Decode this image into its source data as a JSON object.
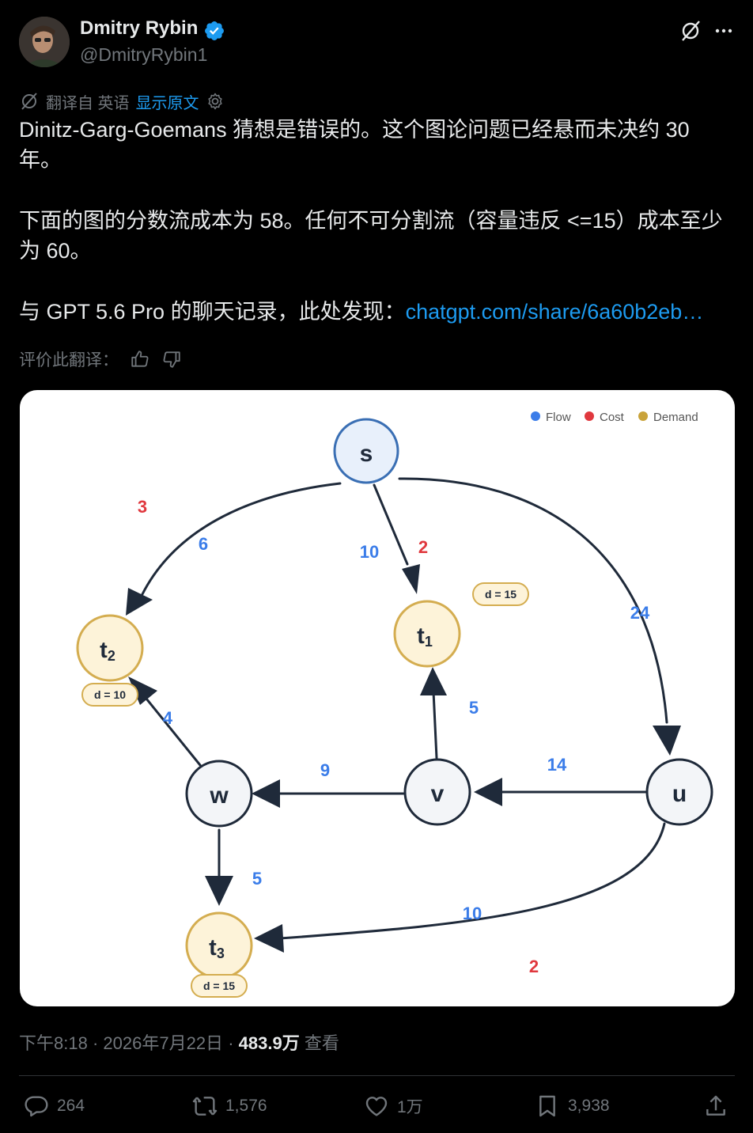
{
  "author": {
    "name": "Dmitry Rybin",
    "handle": "@DmitryRybin1",
    "verified_color": "#1d9bf0"
  },
  "translation": {
    "translated_from": "翻译自 英语",
    "show_original": "显示原文"
  },
  "tweet": {
    "paragraph1": "Dinitz-Garg-Goemans 猜想是错误的。这个图论问题已经悬而未决约 30 年。",
    "paragraph2": "下面的图的分数流成本为 58。任何不可分割流（容量违反 <=15）成本至少为 60。",
    "paragraph3_prefix": "与 GPT 5.6 Pro 的聊天记录，此处发现：",
    "link_text": "chatgpt.com/share/6a60b2eb…"
  },
  "rate_translation": {
    "label": "评价此翻译："
  },
  "graph": {
    "legend": [
      {
        "label": "Flow",
        "color": "#3b7de9"
      },
      {
        "label": "Cost",
        "color": "#e0383e"
      },
      {
        "label": "Demand",
        "color": "#c9a33a"
      }
    ],
    "nodes": {
      "s": {
        "label": "s"
      },
      "t1": {
        "label": "t",
        "sub": "1",
        "demand": "d = 15"
      },
      "t2": {
        "label": "t",
        "sub": "2",
        "demand": "d = 10"
      },
      "t3": {
        "label": "t",
        "sub": "3",
        "demand": "d = 15"
      },
      "w": {
        "label": "w"
      },
      "v": {
        "label": "v"
      },
      "u": {
        "label": "u"
      }
    },
    "edges": [
      {
        "id": "s-t2",
        "flow": "6",
        "cost": "3"
      },
      {
        "id": "s-t1",
        "flow": "10",
        "cost": "2"
      },
      {
        "id": "s-u",
        "flow": "24"
      },
      {
        "id": "v-t1",
        "flow": "5"
      },
      {
        "id": "w-t2",
        "flow": "4"
      },
      {
        "id": "v-w",
        "flow": "9"
      },
      {
        "id": "u-v",
        "flow": "14"
      },
      {
        "id": "w-t3",
        "flow": "5"
      },
      {
        "id": "u-t3",
        "flow": "10",
        "cost": "2"
      }
    ]
  },
  "meta": {
    "time": "下午8:18",
    "date": "2026年7月22日",
    "views": "483.9万",
    "views_label": "查看"
  },
  "actions": {
    "replies": "264",
    "reposts": "1,576",
    "likes": "1万",
    "bookmarks": "3,938"
  }
}
